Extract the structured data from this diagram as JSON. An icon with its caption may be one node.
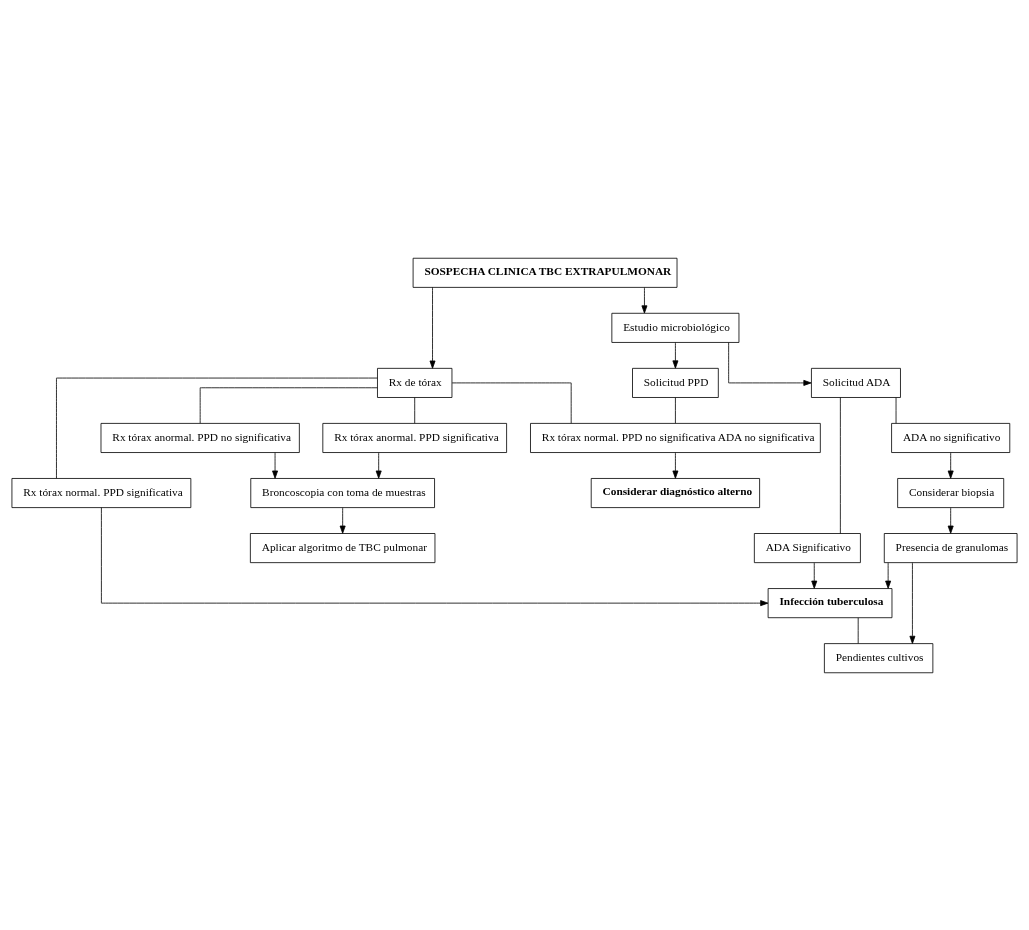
{
  "diagram": {
    "nodes": [
      {
        "text": [
          "SOSPECHA CLINICA TBC EXTRAPULMONAR"
        ]
      },
      {
        "text": [
          "Rx de tórax"
        ]
      },
      {
        "text": [
          "Estudio microbiológico"
        ]
      },
      {
        "text": [
          "Rx tórax normal. PPD no significativa ADA no significativa"
        ]
      },
      {
        "text": [
          "Solicitud PPD"
        ]
      },
      {
        "text": [
          "Solicitud ADA"
        ]
      },
      {
        "text": [
          "ADA Significativo"
        ]
      },
      {
        "text": [
          "ADA no significativo"
        ]
      },
      {
        "text": [
          "Considerar diagnóstico alterno"
        ]
      },
      {
        "text": [
          "Considerar biopsia"
        ]
      },
      {
        "text": [
          "Rx tórax normal. PPD significativa"
        ]
      },
      {
        "text": [
          "Infección tuberculosa"
        ]
      },
      {
        "text": [
          "Presencia de granulomas"
        ]
      },
      {
        "text": [
          "Pendientes cultivos"
        ]
      },
      {
        "text": [
          "Rx tórax anormal. PPD significativa"
        ]
      },
      {
        "text": [
          "Broncoscopia con toma de muestras"
        ]
      },
      {
        "text": [
          "Rx tórax anormal. PPD no significativa"
        ]
      },
      {
        "text": [
          "Aplicar algoritmo de TBC pulmonar"
        ]
      }
    ],
    "edges": [
      {
        "from": 0,
        "to": 1,
        "arrow": "to"
      },
      {
        "from": 0,
        "to": 2,
        "arrow": "to"
      },
      {
        "from": 2,
        "to": 4,
        "arrow": "to"
      },
      {
        "from": 2,
        "to": 5,
        "arrow": "to"
      },
      {
        "from": 1,
        "to": 3,
        "arrow": "none"
      },
      {
        "from": 1,
        "to": 10,
        "arrow": "none"
      },
      {
        "from": 1,
        "to": 14,
        "arrow": "none"
      },
      {
        "from": 1,
        "to": 16,
        "arrow": "none"
      },
      {
        "from": 4,
        "to": 3,
        "arrow": "none"
      },
      {
        "from": 3,
        "to": 8,
        "arrow": "to"
      },
      {
        "from": 5,
        "to": 6,
        "arrow": "none"
      },
      {
        "from": 5,
        "to": 7,
        "arrow": "none"
      },
      {
        "from": 6,
        "to": 11,
        "arrow": "to"
      },
      {
        "from": 7,
        "to": 9,
        "arrow": "to"
      },
      {
        "from": 9,
        "to": 12,
        "arrow": "to"
      },
      {
        "from": 12,
        "to": 11,
        "arrow": "to"
      },
      {
        "from": 12,
        "to": 13,
        "arrow": "to"
      },
      {
        "from": 11,
        "to": 13,
        "arrow": "none"
      },
      {
        "from": 10,
        "to": 11,
        "arrow": "to"
      },
      {
        "from": 14,
        "to": 15,
        "arrow": "to"
      },
      {
        "from": 16,
        "to": 15,
        "arrow": "to"
      },
      {
        "from": 15,
        "to": 17,
        "arrow": "to"
      }
    ]
  }
}
